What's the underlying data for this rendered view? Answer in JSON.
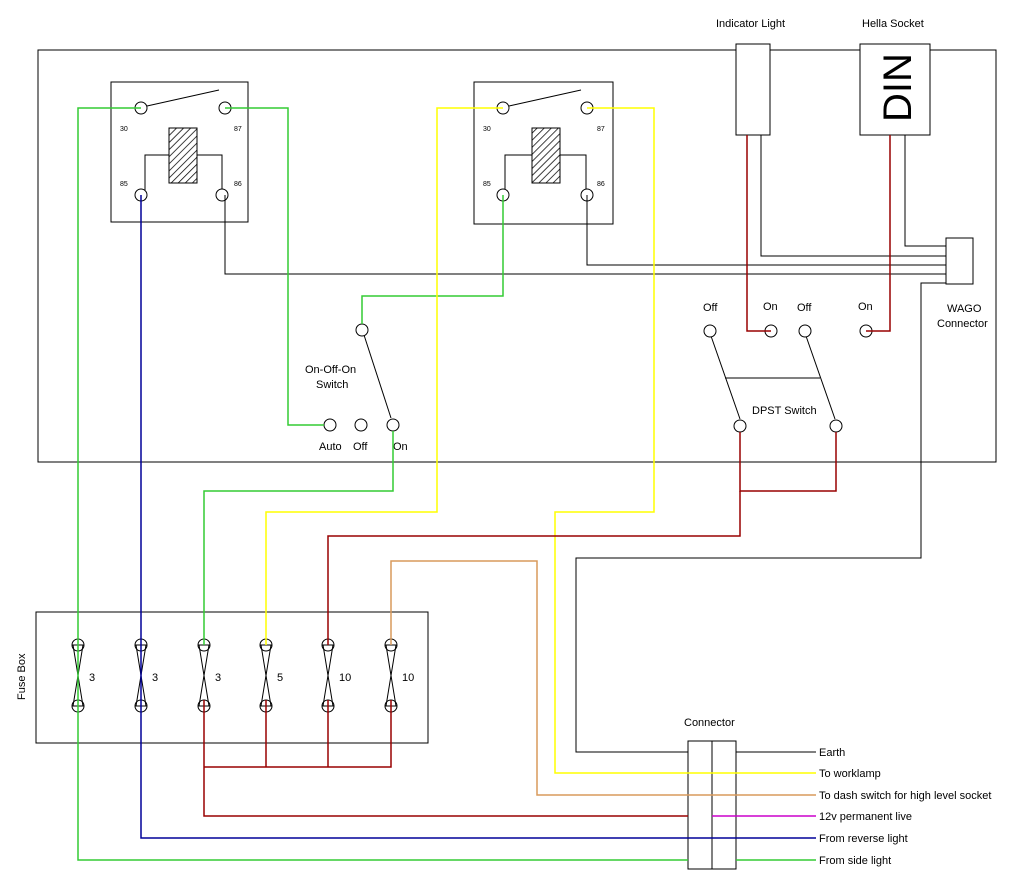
{
  "labels": {
    "indicator_light": "Indicator Light",
    "hella_socket": "Hella Socket",
    "din": "DIN",
    "wago_line1": "WAGO",
    "wago_line2": "Connector",
    "switch_line1": "On-Off-On",
    "switch_line2": "Switch",
    "sw_auto": "Auto",
    "sw_off": "Off",
    "sw_on": "On",
    "dpst_off1": "Off",
    "dpst_on1": "On",
    "dpst_off2": "Off",
    "dpst_on2": "On",
    "dpst_switch": "DPST Switch",
    "fuse_box": "Fuse Box",
    "connector": "Connector"
  },
  "relays": [
    {
      "pins": [
        "30",
        "87",
        "85",
        "86"
      ]
    },
    {
      "pins": [
        "30",
        "87",
        "85",
        "86"
      ]
    }
  ],
  "fuses": [
    "3",
    "3",
    "3",
    "5",
    "10",
    "10"
  ],
  "outputs": [
    {
      "label": "Earth",
      "color": "#000000"
    },
    {
      "label": "To worklamp",
      "color": "#ffff00"
    },
    {
      "label": "To dash switch for high level socket",
      "color": "#d99a5b"
    },
    {
      "label": "12v permanent live",
      "color": "#cc00cc"
    },
    {
      "label": "From reverse light",
      "color": "#000099"
    },
    {
      "label": "From side light",
      "color": "#33cc33"
    }
  ],
  "wire_colors": {
    "green": "#33cc33",
    "yellow": "#ffff00",
    "red": "#990000",
    "blue": "#000099",
    "orange": "#d99a5b",
    "black": "#000000"
  }
}
